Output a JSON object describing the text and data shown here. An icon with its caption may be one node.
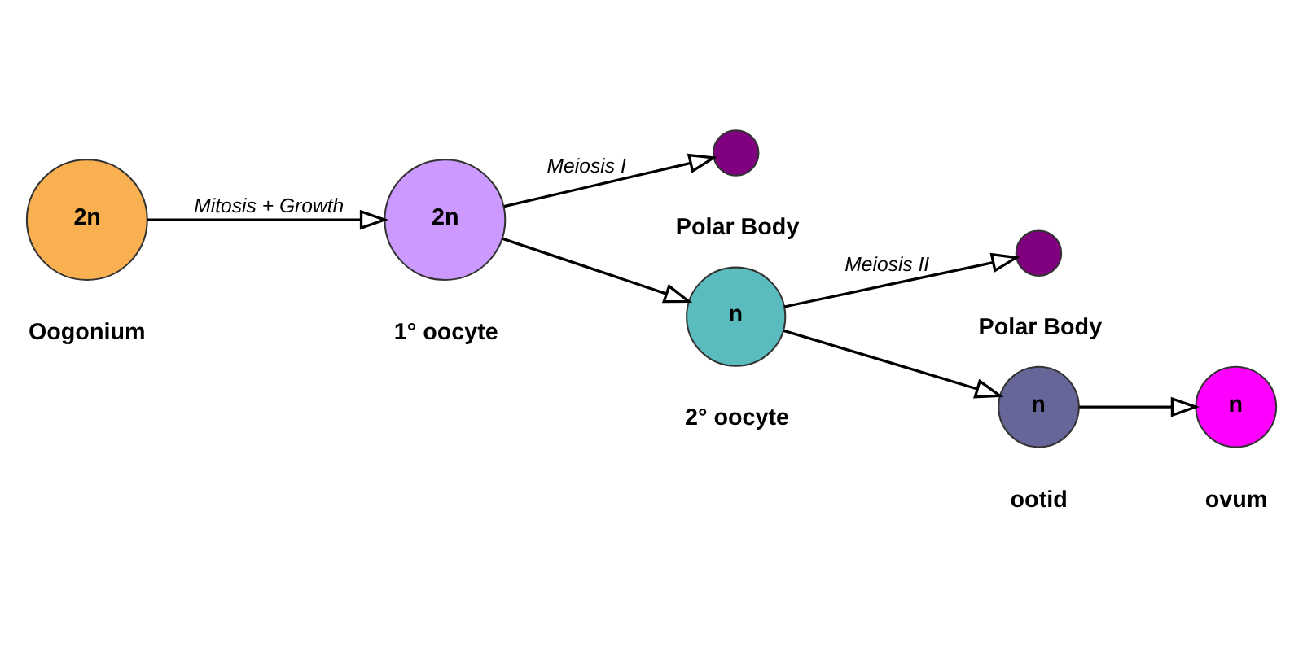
{
  "diagram": {
    "nodes": [
      {
        "text": [
          "2n"
        ],
        "beside": [
          "Oogonium"
        ]
      },
      {
        "text": [
          "2n"
        ],
        "beside": [
          "1° oocyte"
        ]
      },
      {
        "text": [],
        "shape": "circle",
        "beside": [
          "Polar Body"
        ]
      },
      {
        "text": [
          "n"
        ],
        "beside": [
          "2° oocyte"
        ]
      },
      {
        "text": [],
        "shape": "circle",
        "beside": [
          "Polar Body"
        ]
      },
      {
        "text": [
          "n"
        ],
        "beside": [
          "ootid"
        ]
      },
      {
        "text": [
          "n"
        ],
        "beside": [
          "ovum"
        ]
      }
    ],
    "edges": [
      {
        "from": 0,
        "to": 1,
        "arrow": "to",
        "label": "Mitosis + Growth"
      },
      {
        "from": 1,
        "to": 2,
        "arrow": "to",
        "label": "Meiosis I"
      },
      {
        "from": 1,
        "to": 3,
        "arrow": "to"
      },
      {
        "from": 3,
        "to": 4,
        "arrow": "to",
        "label": "Meiosis II"
      },
      {
        "from": 3,
        "to": 5,
        "arrow": "to"
      },
      {
        "from": 5,
        "to": 6,
        "arrow": "to"
      }
    ]
  }
}
